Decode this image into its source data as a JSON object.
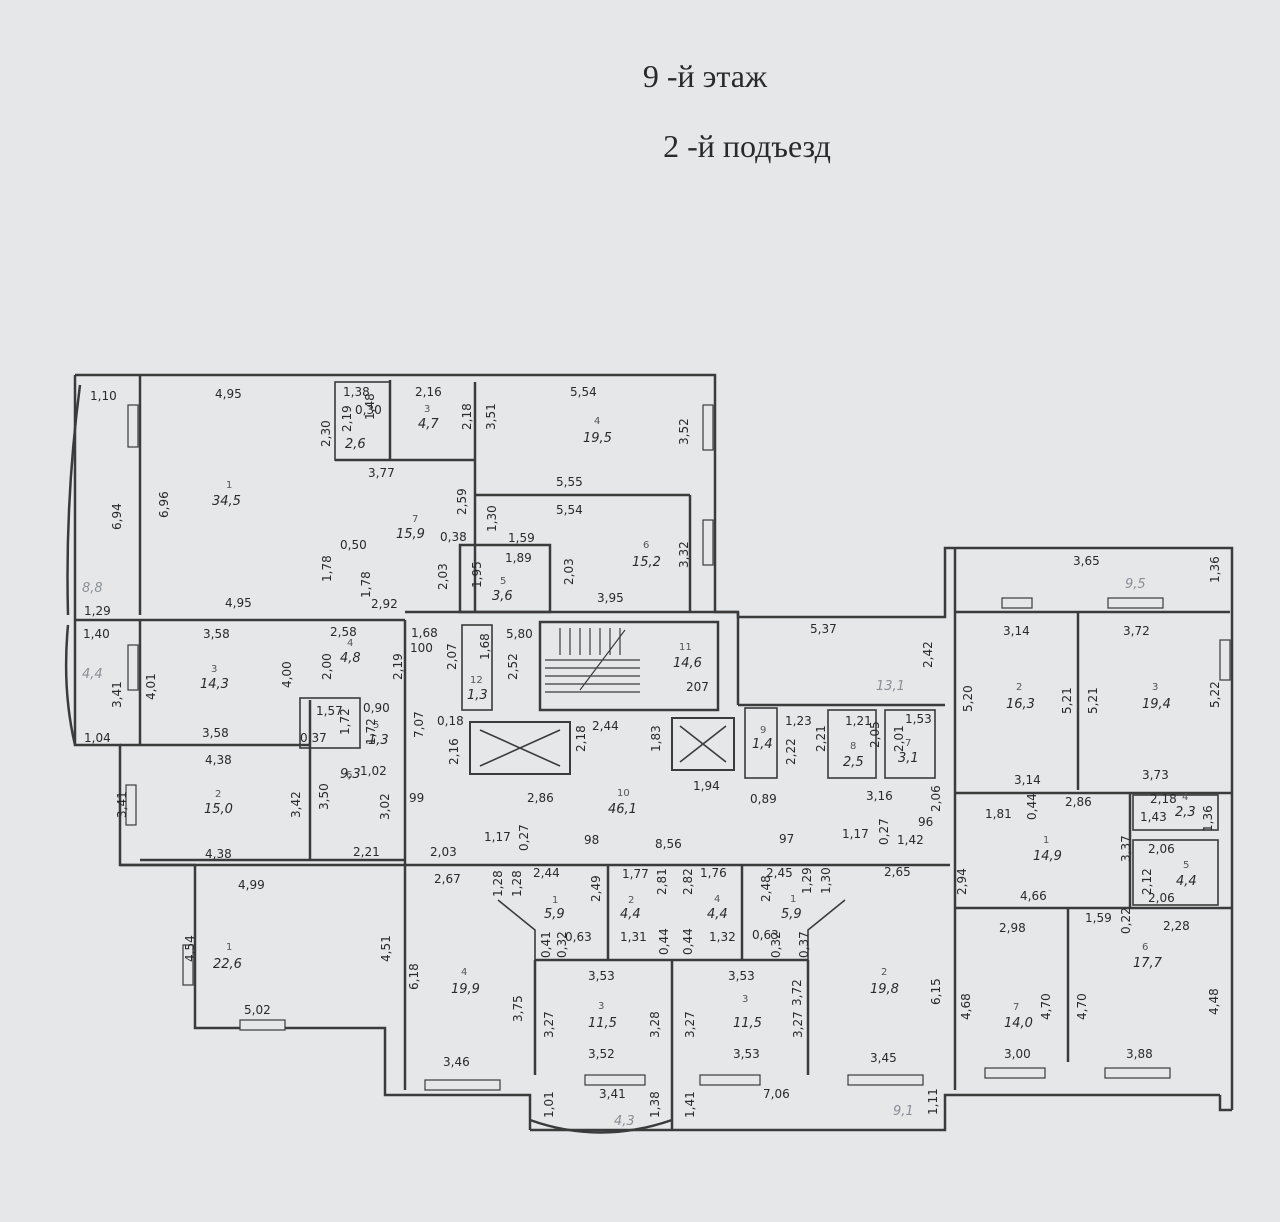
{
  "header": {
    "floor": "9 -й этаж",
    "entrance": "2 -й подъезд"
  },
  "rooms": [
    {
      "id": "r-7-top",
      "num": "7",
      "area": "15,9"
    },
    {
      "id": "r-1-big",
      "num": "1",
      "area": "34,5"
    },
    {
      "id": "r-wc",
      "num": "2",
      "area": "2,6"
    },
    {
      "id": "r-3-top",
      "num": "3",
      "area": "4,7"
    },
    {
      "id": "r-4-top",
      "num": "4",
      "area": "19,5"
    },
    {
      "id": "r-5-top",
      "num": "5",
      "area": "3,6"
    },
    {
      "id": "r-6-top",
      "num": "6",
      "area": "15,2"
    },
    {
      "id": "r-3-left",
      "num": "3",
      "area": "14,3"
    },
    {
      "id": "r-4-left",
      "num": "4",
      "area": "4,8"
    },
    {
      "id": "r-5-left",
      "num": "5",
      "area": "1,3"
    },
    {
      "id": "r-2-left",
      "num": "2",
      "area": "15,0"
    },
    {
      "id": "r-6-left",
      "num": "6",
      "area": "9,3"
    },
    {
      "id": "r-1-sw",
      "num": "1",
      "area": "22,6"
    },
    {
      "id": "r-11-stair",
      "num": "11",
      "area": "14,6"
    },
    {
      "id": "r-12",
      "num": "12",
      "area": "1,3"
    },
    {
      "id": "r-10-hall",
      "num": "10",
      "area": "46,1"
    },
    {
      "id": "r-9",
      "num": "9",
      "area": "1,4"
    },
    {
      "id": "r-8",
      "num": "8",
      "area": "2,5"
    },
    {
      "id": "r-7-mid",
      "num": "7",
      "area": "3,1"
    },
    {
      "id": "r-4-bl",
      "num": "4",
      "area": "19,9"
    },
    {
      "id": "r-1-bl",
      "num": "1",
      "area": "5,9"
    },
    {
      "id": "r-2-bl",
      "num": "2",
      "area": "4,4"
    },
    {
      "id": "r-3-bl",
      "num": "3",
      "area": "11,5"
    },
    {
      "id": "r-4-br",
      "num": "4",
      "area": "4,4"
    },
    {
      "id": "r-1-br",
      "num": "1",
      "area": "5,9"
    },
    {
      "id": "r-3-br",
      "num": "3",
      "area": "11,5"
    },
    {
      "id": "r-2-br",
      "num": "2",
      "area": "19,8"
    },
    {
      "id": "r-2-right",
      "num": "2",
      "area": "16,3"
    },
    {
      "id": "r-3-right",
      "num": "3",
      "area": "19,4"
    },
    {
      "id": "r-1-right",
      "num": "1",
      "area": "14,9"
    },
    {
      "id": "r-4-right",
      "num": "4",
      "area": "2,3"
    },
    {
      "id": "r-5-right",
      "num": "5",
      "area": "4,4"
    },
    {
      "id": "r-7-right",
      "num": "7",
      "area": "14,0"
    },
    {
      "id": "r-6-right",
      "num": "6",
      "area": "17,7"
    }
  ],
  "balconies": [
    {
      "id": "b-top-left",
      "area": "8,8"
    },
    {
      "id": "b-left",
      "area": "4,4"
    },
    {
      "id": "b-right-top",
      "area": "9,5"
    },
    {
      "id": "b-mid",
      "area": "13,1"
    },
    {
      "id": "b-bottom-left",
      "area": "4,3"
    },
    {
      "id": "b-bottom-right",
      "area": "9,1"
    }
  ],
  "dims": {
    "d1": "1,10",
    "d2": "4,95",
    "d3": "1,38",
    "d4": "2,16",
    "d5": "5,54",
    "d6": "2,19",
    "d7": "0,30",
    "d8": "1,48",
    "d9": "2,30",
    "d10": "2,18",
    "d11": "3,51",
    "d12": "3,52",
    "d13": "6,94",
    "d14": "6,96",
    "d15": "3,77",
    "d16": "2,59",
    "d17": "5,55",
    "d18": "5,54",
    "d19": "1,30",
    "d20": "1,59",
    "d21": "0,38",
    "d22": "1,89",
    "d23": "3,32",
    "d24": "0,50",
    "d25": "1,78",
    "d26": "1,78",
    "d27": "2,03",
    "d28": "1,95",
    "d29": "2,03",
    "d30": "1,29",
    "d31": "4,95",
    "d32": "2,92",
    "d33": "3,95",
    "d34": "1,40",
    "d35": "3,58",
    "d36": "2,58",
    "d37": "1,68",
    "d38": "100",
    "d39": "5,80",
    "d40": "5,37",
    "d41": "3,65",
    "d42": "1,36",
    "d43": "2,00",
    "d44": "2,19",
    "d45": "4,00",
    "d46": "4,01",
    "d47": "3,41",
    "d48": "2,07",
    "d49": "1,68",
    "d50": "2,52",
    "d51": "207",
    "d52": "2,42",
    "d53": "3,14",
    "d54": "3,72",
    "d55": "5,20",
    "d56": "5,21",
    "d57": "5,21",
    "d58": "5,22",
    "d59": "1,57",
    "d60": "0,90",
    "d61": "1,72",
    "d62": "1,72",
    "d63": "0,37",
    "d64": "3,58",
    "d65": "1,04",
    "d66": "7,07",
    "d67": "0,18",
    "d68": "2,44",
    "d69": "1,23",
    "d70": "1,21",
    "d71": "1,53",
    "d72": "4,38",
    "d73": "2,16",
    "d74": "2,18",
    "d75": "1,83",
    "d76": "2,22",
    "d77": "2,21",
    "d78": "2,05",
    "d79": "2,01",
    "d80": "3,41",
    "d81": "3,42",
    "d82": "3,50",
    "d83": "1,02",
    "d84": "3,02",
    "d85": "99",
    "d86": "2,86",
    "d87": "1,94",
    "d88": "0,89",
    "d89": "3,16",
    "d90": "2,06",
    "d91": "96",
    "d92": "3,14",
    "d93": "3,73",
    "d94": "1,81",
    "d95": "0,44",
    "d96": "2,86",
    "d97": "2,18",
    "d98": "1,43",
    "d99": "1,36",
    "d100": "3,37",
    "d101": "4,38",
    "d102": "1,17",
    "d103": "0,27",
    "d104": "98",
    "d105": "8,56",
    "d106": "97",
    "d107": "1,17",
    "d108": "0,27",
    "d109": "1,42",
    "d110": "2,06",
    "d111": "2,12",
    "d112": "2,06",
    "d113": "2,21",
    "d114": "2,03",
    "d115": "2,94",
    "d116": "4,66",
    "d117": "4,99",
    "d118": "2,67",
    "d119": "2,44",
    "d120": "1,77",
    "d121": "1,76",
    "d122": "2,45",
    "d123": "2,65",
    "d124": "1,28",
    "d125": "1,28",
    "d126": "2,49",
    "d127": "2,81",
    "d128": "2,82",
    "d129": "2,48",
    "d130": "1,29",
    "d131": "1,30",
    "d132": "1,59",
    "d133": "0,22",
    "d134": "2,98",
    "d135": "2,28",
    "d136": "4,54",
    "d137": "4,51",
    "d138": "0,41",
    "d139": "0,32",
    "d140": "0,63",
    "d141": "1,31",
    "d142": "0,44",
    "d143": "0,44",
    "d144": "1,32",
    "d145": "0,63",
    "d146": "0,32",
    "d147": "0,37",
    "d148": "6,18",
    "d149": "3,53",
    "d150": "3,53",
    "d151": "3,72",
    "d152": "6,15",
    "d153": "4,68",
    "d154": "4,70",
    "d155": "4,70",
    "d156": "4,48",
    "d157": "3,75",
    "d158": "3,27",
    "d159": "3,28",
    "d160": "3,27",
    "d161": "3,27",
    "d162": "5,02",
    "d163": "3,46",
    "d164": "3,52",
    "d165": "3,53",
    "d166": "3,45",
    "d167": "3,00",
    "d168": "3,88",
    "d169": "1,01",
    "d170": "3,41",
    "d171": "1,38",
    "d172": "1,41",
    "d173": "7,06",
    "d174": "1,11"
  }
}
